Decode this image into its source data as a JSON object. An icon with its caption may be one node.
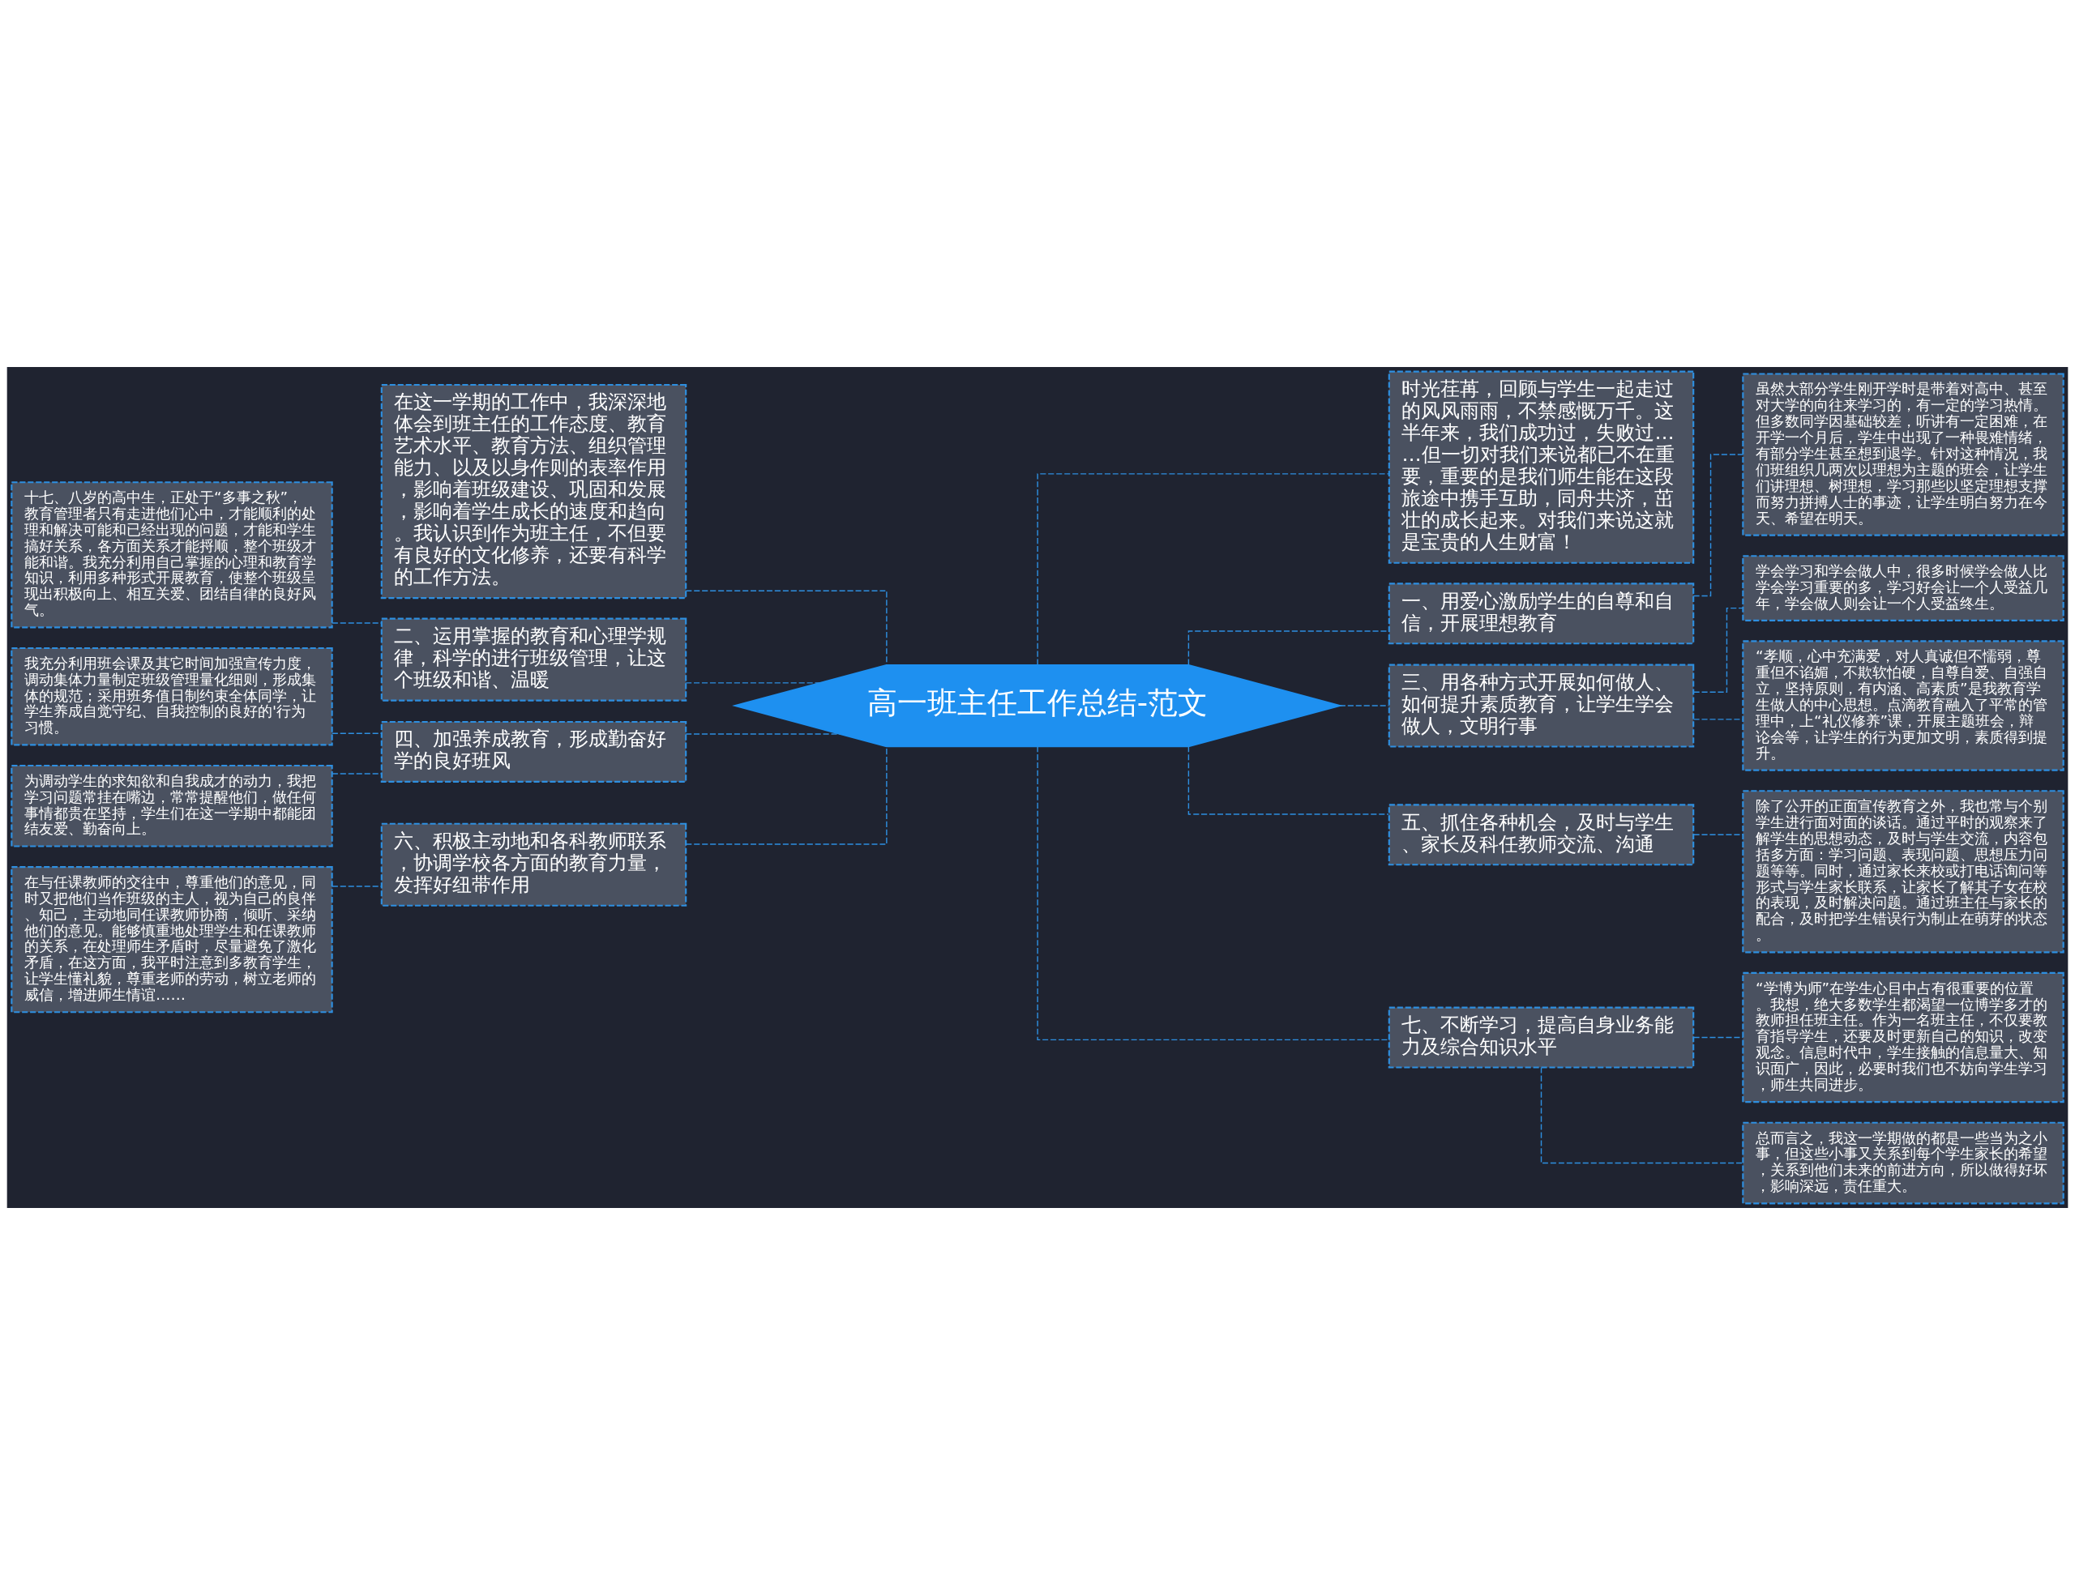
{
  "diagram": {
    "nodes": [
      {
        "text": [
          "高一班主任工作总结-范文"
        ]
      },
      {
        "text": [
          "在这一学期的工作中，我深深地体会到班主任的工作态度、教育艺术水平、教育方法、组织管理能力、以及以身作则的表率作用，影响着班级建设、巩固和发展，影响着学生成长的速度和趋向。我认识到作为班主任，不但要有良好的文化修养，还要有科学的工作方法。"
        ]
      },
      {
        "text": [
          "二、运用掌握的教育和心理学规律，科学的进行班级管理，让这个班级和谐、温暖"
        ]
      },
      {
        "text": [
          "十七、八岁的高中生，正处于“多事之秋”，教育管理者只有走进他们心中，才能顺利的处理和解决可能和已经出现的问题，才能和学生搞好关系，各方面关系才能捋顺，整个班级才能和谐。我充分利用自己掌握的心理和教育学知识，利用多种形式开展教育，使整个班级呈现出积极向上、相互关爱、团结自律的良好风气。"
        ]
      },
      {
        "text": [
          "四、加强养成教育，形成勤奋好学的良好班风"
        ]
      },
      {
        "text": [
          "我充分利用班会课及其它时间加强宣传力度，调动集体力量制定班级管理量化细则，形成集体的规范；采用班务值日制约束全体同学，让学生养成自觉守纪、自我控制的良好的'行为习惯。"
        ]
      },
      {
        "text": [
          "为调动学生的求知欲和自我成才的动力，我把学习问题常挂在嘴边，常常提醒他们，做任何事情都贵在坚持，学生们在这一学期中都能团结友爱、勤奋向上。"
        ]
      },
      {
        "text": [
          "六、积极主动地和各科教师联系，协调学校各方面的教育力量，发挥好纽带作用"
        ]
      },
      {
        "text": [
          "在与任课教师的交往中，尊重他们的意见，同时又把他们当作班级的主人，视为自己的良伴、知己，主动地同任课教师协商，倾听、采纳他们的意见。能够慎重地处理学生和任课教师的关系，在处理师生矛盾时，尽量避免了激化矛盾，在这方面，我平时注意到多教育学生，让学生懂礼貌，尊重老师的劳动，树立老师的威信，增进师生情谊……"
        ]
      },
      {
        "text": [
          "时光荏苒，回顾与学生一起走过的风风雨雨，不禁感慨万千。这半年来，我们成功过，失败过……但一切对我们来说都已不在重要，重要的是我们师生能在这段旅途中携手互助，同舟共济，茁壮的成长起来。对我们来说这就是宝贵的人生财富！"
        ]
      },
      {
        "text": [
          "一、用爱心激励学生的自尊和自信，开展理想教育"
        ]
      },
      {
        "text": [
          "虽然大部分学生刚开学时是带着对高中、甚至对大学的向往来学习的，有一定的学习热情。但多数同学因基础较差，听讲有一定困难，在开学一个月后，学生中出现了一种畏难情绪，有部分学生甚至想到退学。针对这种情况，我们班组织几两次以理想为主题的班会，让学生们讲理想、树理想，学习那些以坚定理想支撑而努力拼搏人士的事迹，让学生明白努力在今天、希望在明天。"
        ]
      },
      {
        "text": [
          "三、用各种方式开展如何做人、如何提升素质教育，让学生学会做人，文明行事"
        ]
      },
      {
        "text": [
          "学会学习和学会做人中，很多时候学会做人比学会学习重要的多，学习好会让一个人受益几年，学会做人则会让一个人受益终生。"
        ]
      },
      {
        "text": [
          "“孝顺，心中充满爱，对人真诚但不懦弱，尊重但不谄媚，不欺软怕硬，自尊自爱、自强自立，坚持原则，有内涵、高素质”是我教育学生做人的中心思想。点滴教育融入了平常的管理中，上“礼仪修养”课，开展主题班会，辩论会等，让学生的行为更加文明，素质得到提升。"
        ]
      },
      {
        "text": [
          "五、抓住各种机会，及时与学生、家长及科任教师交流、沟通"
        ]
      },
      {
        "text": [
          "除了公开的正面宣传教育之外，我也常与个别学生进行面对面的谈话。通过平时的观察来了解学生的思想动态，及时与学生交流，内容包括多方面：学习问题、表现问题、思想压力问题等等。同时，通过家长来校或打电话询问等形式与学生家长联系，让家长了解其子女在校的表现，及时解决问题。通过班主任与家长的配合，及时把学生错误行为制止在萌芽的状态。"
        ]
      },
      {
        "text": [
          "七、不断学习，提高自身业务能力及综合知识水平"
        ]
      },
      {
        "text": [
          "“学博为师”在学生心目中占有很重要的位置。我想，绝大多数学生都渴望一位博学多才的教师担任班主任。作为一名班主任，不仅要教育指导学生，还要及时更新自己的知识，改变观念。信息时代中，学生接触的信息量大、知识面广，因此，必要时我们也不妨向学生学习，师生共同进步。"
        ]
      },
      {
        "text": [
          "总而言之，我这一学期做的都是一些当为之小事，但这些小事又关系到每个学生家长的希望，关系到他们未来的前进方向，所以做得好坏，影响深远，责任重大。"
        ]
      }
    ],
    "edges": [
      {
        "from": 1,
        "to": 0,
        "arrow": "none",
        "style": "dashed"
      },
      {
        "from": 2,
        "to": 0,
        "arrow": "none",
        "style": "dashed"
      },
      {
        "from": 3,
        "to": 2,
        "arrow": "none",
        "style": "dashed"
      },
      {
        "from": 4,
        "to": 0,
        "arrow": "none",
        "style": "dashed"
      },
      {
        "from": 5,
        "to": 4,
        "arrow": "none",
        "style": "dashed"
      },
      {
        "from": 6,
        "to": 4,
        "arrow": "none",
        "style": "dashed"
      },
      {
        "from": 7,
        "to": 0,
        "arrow": "none",
        "style": "dashed"
      },
      {
        "from": 8,
        "to": 7,
        "arrow": "none",
        "style": "dashed"
      },
      {
        "from": 0,
        "to": 9,
        "arrow": "none",
        "style": "dashed"
      },
      {
        "from": 0,
        "to": 10,
        "arrow": "none",
        "style": "dashed"
      },
      {
        "from": 10,
        "to": 11,
        "arrow": "none",
        "style": "dashed"
      },
      {
        "from": 0,
        "to": 12,
        "arrow": "none",
        "style": "dashed"
      },
      {
        "from": 12,
        "to": 13,
        "arrow": "none",
        "style": "dashed"
      },
      {
        "from": 12,
        "to": 14,
        "arrow": "none",
        "style": "dashed"
      },
      {
        "from": 0,
        "to": 15,
        "arrow": "none",
        "style": "dashed"
      },
      {
        "from": 15,
        "to": 16,
        "arrow": "none",
        "style": "dashed"
      },
      {
        "from": 0,
        "to": 17,
        "arrow": "none",
        "style": "dashed"
      },
      {
        "from": 17,
        "to": 18,
        "arrow": "none",
        "style": "dashed"
      },
      {
        "from": 17,
        "to": 19,
        "arrow": "none",
        "style": "dashed"
      }
    ]
  }
}
